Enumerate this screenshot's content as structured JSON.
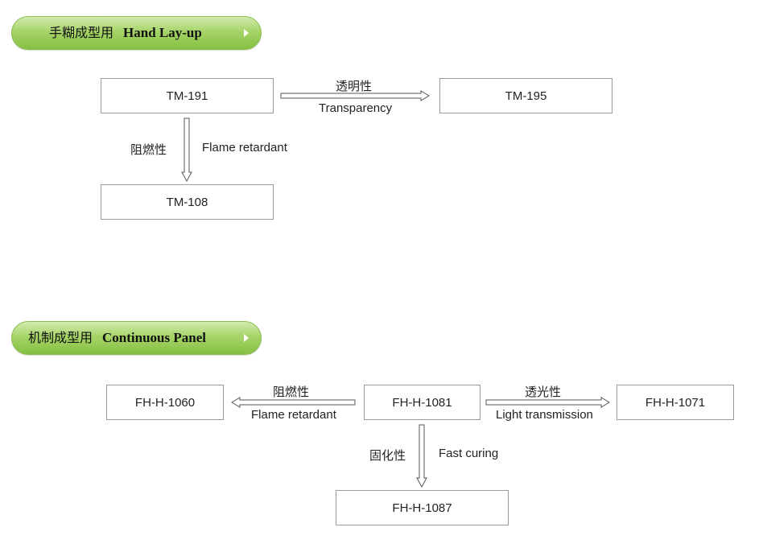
{
  "sections": [
    {
      "title_cn": "手糊成型用",
      "title_en": "Hand Lay-up"
    },
    {
      "title_cn": "机制成型用",
      "title_en": "Continuous Panel"
    }
  ],
  "products": {
    "tm191": "TM-191",
    "tm195": "TM-195",
    "tm108": "TM-108",
    "fh1060": "FH-H-1060",
    "fh1081": "FH-H-1081",
    "fh1071": "FH-H-1071",
    "fh1087": "FH-H-1087"
  },
  "edges": {
    "tm191_tm195": {
      "cn": "透明性",
      "en": "Transparency"
    },
    "tm191_tm108": {
      "cn": "阻燃性",
      "en": "Flame retardant"
    },
    "fh1081_fh1060": {
      "cn": "阻燃性",
      "en": "Flame retardant"
    },
    "fh1081_fh1071": {
      "cn": "透光性",
      "en": "Light transmission"
    },
    "fh1081_fh1087": {
      "cn": "固化性",
      "en": "Fast curing"
    }
  },
  "colors": {
    "pill_green": "#86c043",
    "box_border": "#9a9a9a",
    "arrow_stroke": "#555555"
  }
}
